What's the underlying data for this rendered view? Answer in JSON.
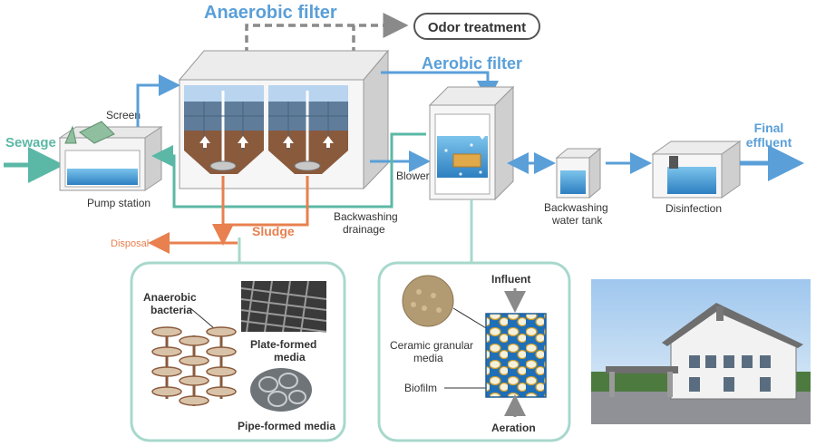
{
  "title": "Anaerobic filter",
  "labels": {
    "sewage": "Sewage",
    "screen": "Screen",
    "pump_station": "Pump station",
    "odor_treatment": "Odor treatment",
    "aerobic_filter": "Aerobic filter",
    "blower": "Blower",
    "backwashing_drainage_1": "Backwashing",
    "backwashing_drainage_2": "drainage",
    "sludge": "Sludge",
    "disposal": "Disposal",
    "backwashing_water_tank_1": "Backwashing",
    "backwashing_water_tank_2": "water tank",
    "disinfection": "Disinfection",
    "final_effluent_1": "Final",
    "final_effluent_2": "effluent"
  },
  "anaerobic_detail": {
    "bacteria_1": "Anaerobic",
    "bacteria_2": "bacteria",
    "plate_media_1": "Plate-formed",
    "plate_media_2": "media",
    "pipe_media": "Pipe-formed media"
  },
  "aerobic_detail": {
    "influent": "Influent",
    "ceramic_1": "Ceramic granular",
    "ceramic_2": "media",
    "biofilm": "Biofilm",
    "aeration": "Aeration"
  },
  "colors": {
    "sewage": "#5bb8a6",
    "blue_flow": "#5a9fd8",
    "sludge": "#e8804f",
    "gray_flow": "#8a8a8a",
    "title_blue": "#5a9fd8"
  }
}
